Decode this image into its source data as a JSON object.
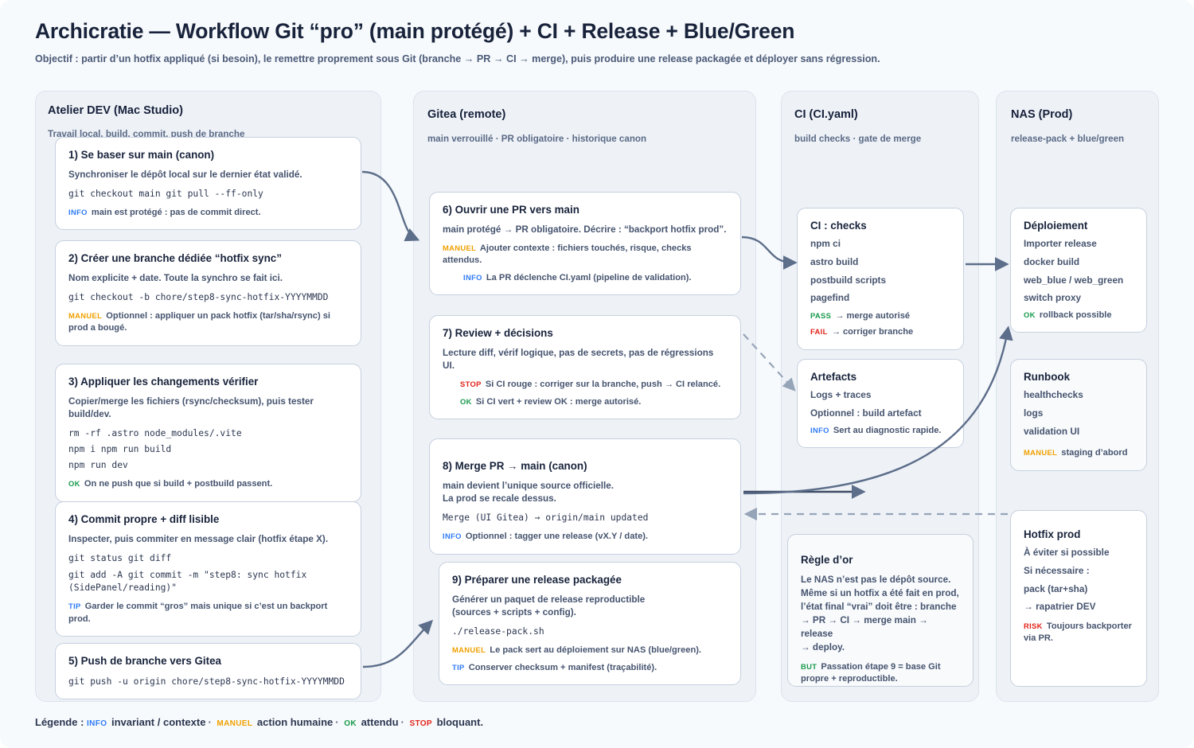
{
  "header": {
    "title": "Archicratie — Workflow Git “pro” (main protégé) + CI + Release + Blue/Green",
    "subtitle": "Objectif : partir d’un hotfix appliqué (si besoin), le remettre proprement sous Git (branche → PR → CI → merge), puis produire une release packagée et déployer sans régression."
  },
  "columns": {
    "dev": {
      "title": "Atelier DEV (Mac Studio)",
      "subtitle": "Travail local, build, commit, push de branche"
    },
    "gitea": {
      "title": "Gitea (remote)",
      "subtitle": "main verrouillé · PR obligatoire · historique canon"
    },
    "ci": {
      "title": "CI (CI.yaml)",
      "subtitle": "build checks · gate de merge"
    },
    "nas": {
      "title": "NAS (Prod)",
      "subtitle": "release-pack + blue/green"
    }
  },
  "cards": {
    "c1": {
      "title": "1) Se baser sur main (canon)",
      "desc": "Synchroniser le dépôt local sur le dernier état validé.",
      "code": "git checkout main git pull --ff-only",
      "n1_tag": "INFO",
      "n1_text": "main est protégé : pas de commit direct."
    },
    "c2": {
      "title": "2) Créer une branche dédiée “hotfix sync”",
      "desc": "Nom explicite + date. Toute la synchro se fait ici.",
      "code": "git checkout -b chore/step8-sync-hotfix-YYYYMMDD",
      "n1_tag": "MANUEL",
      "n1_text": "Optionnel : appliquer un pack hotfix (tar/sha/rsync) si prod a bougé."
    },
    "c3": {
      "title": "3) Appliquer les changements vérifier",
      "desc": "Copier/merge les fichiers (rsync/checksum), puis tester build/dev.",
      "code1": "rm -rf .astro node_modules/.vite",
      "code2": "npm i npm run build",
      "code3": "npm run dev",
      "n1_tag": "OK",
      "n1_text": "On ne push que si build + postbuild passent."
    },
    "c4": {
      "title": "4) Commit propre + diff lisible",
      "desc": "Inspecter, puis commiter en message clair (hotfix étape X).",
      "code1": "git status git diff",
      "code2": "git add -A git commit -m \"step8: sync hotfix (SidePanel/reading)\"",
      "n1_tag": "TIP",
      "n1_text": "Garder le commit “gros” mais unique si c’est un backport prod."
    },
    "c5": {
      "title": "5) Push de branche vers Gitea",
      "code": "git push -u origin chore/step8-sync-hotfix-YYYYMMDD"
    },
    "c6": {
      "title": "6) Ouvrir une PR vers main",
      "desc": "main protégé → PR obligatoire. Décrire : “backport hotfix prod”.",
      "n1_tag": "MANUEL",
      "n1_text": "Ajouter contexte : fichiers touchés, risque, checks attendus.",
      "n2_tag": "INFO",
      "n2_text": "La PR déclenche CI.yaml (pipeline de validation)."
    },
    "c7": {
      "title": "7) Review + décisions",
      "desc": "Lecture diff, vérif logique, pas de secrets, pas de régressions UI.",
      "n1_tag": "STOP",
      "n1_text": "Si CI rouge : corriger sur la branche, push → CI relancé.",
      "n2_tag": "OK",
      "n2_text": "Si CI vert + review OK : merge autorisé."
    },
    "c8": {
      "title": "8) Merge PR → main (canon)",
      "desc": "main devient l’unique source officielle.\nLa prod se recale dessus.",
      "code": "Merge (UI Gitea) → origin/main updated",
      "n1_tag": "INFO",
      "n1_text": "Optionnel : tagger une release (vX.Y / date)."
    },
    "c9": {
      "title": "9) Préparer une release packagée",
      "desc": "Générer un paquet de release reproductible\n(sources + scripts + config).",
      "code": "./release-pack.sh",
      "n1_tag": "MANUEL",
      "n1_text": "Le pack sert au déploiement sur NAS (blue/green).",
      "n2_tag": "TIP",
      "n2_text": "Conserver checksum + manifest (traçabilité)."
    },
    "ci1": {
      "title": "CI : checks",
      "items": [
        "npm ci",
        "astro build",
        "postbuild scripts",
        "pagefind"
      ],
      "n1_tag": "PASS",
      "n1_text": "→ merge autorisé",
      "n2_tag": "FAIL",
      "n2_text": "→ corriger branche"
    },
    "ci2": {
      "title": "Artefacts",
      "items": [
        "Logs + traces",
        "Optionnel : build artefact"
      ],
      "n1_tag": "INFO",
      "n1_text": "Sert au diagnostic rapide."
    },
    "ci3": {
      "title": "Règle d’or",
      "desc": "Le NAS n’est pas le dépôt source.\nMême si un hotfix a été fait en prod,\nl’état final “vrai” doit être : branche\n→ PR → CI → merge main → release\n→ deploy.",
      "n1_tag": "BUT",
      "n1_text": "Passation étape 9 = base Git propre + reproductible."
    },
    "n1": {
      "title": "Déploiement",
      "items": [
        "Importer release",
        "docker build",
        "web_blue / web_green",
        "switch proxy"
      ],
      "n1_tag": "OK",
      "n1_text": "rollback possible"
    },
    "n2": {
      "title": "Runbook",
      "items": [
        "healthchecks",
        "logs",
        "validation UI"
      ],
      "n1_tag": "MANUEL",
      "n1_text": "staging d’abord"
    },
    "n3": {
      "title": "Hotfix prod",
      "items": [
        "À éviter si possible",
        "Si nécessaire :",
        "pack (tar+sha)",
        "→ rapatrier DEV"
      ],
      "n1_tag": "RISK",
      "n1_text": "Toujours backporter via PR."
    }
  },
  "legend": {
    "prefix": "Légende :",
    "items": [
      {
        "tag": "INFO",
        "text": "invariant / contexte"
      },
      {
        "tag": "MANUEL",
        "text": "action humaine"
      },
      {
        "tag": "OK",
        "text": "attendu"
      },
      {
        "tag": "STOP",
        "text": "bloquant."
      }
    ]
  },
  "colors": {
    "info": "#2f7bf6",
    "manuel": "#f0a000",
    "ok": "#199a4c",
    "stop": "#e2231a",
    "arrow": "#5d6e8a",
    "panel": "#eef2f7"
  }
}
